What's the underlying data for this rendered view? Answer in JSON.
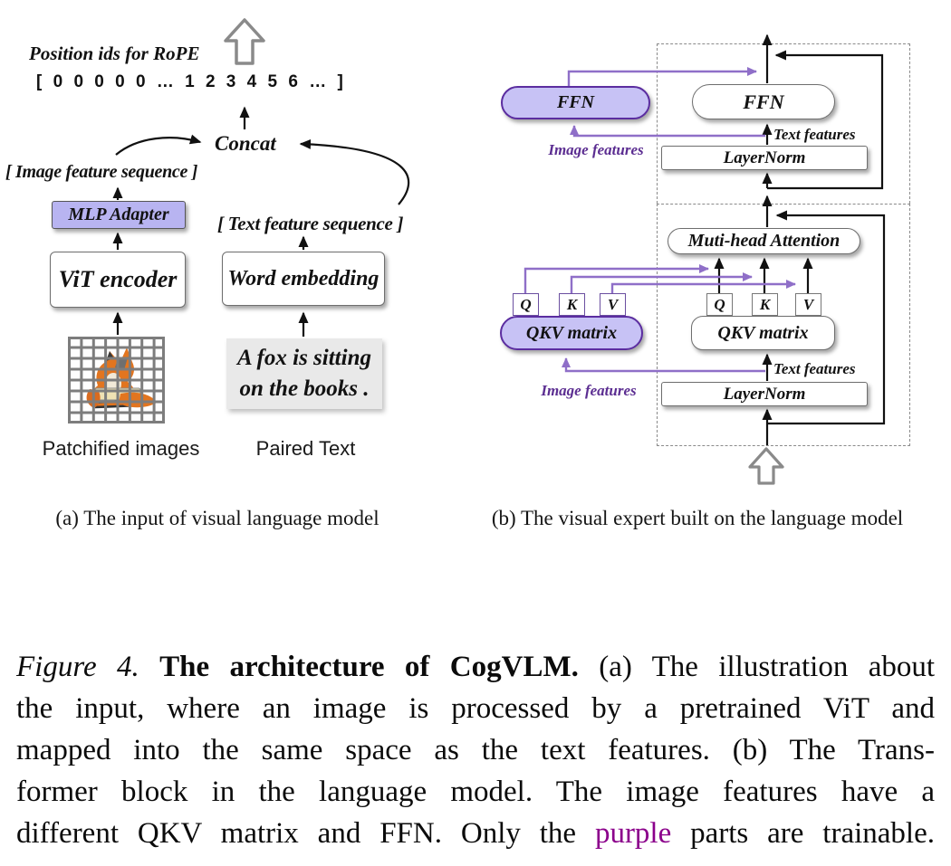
{
  "panel_a": {
    "caption": "(a) The input of visual language model",
    "position_ids_label": "Position ids for RoPE",
    "position_ids_sequence": "[ 0 0 0 0 0 … 1 2 3 4 5 6 … ]",
    "concat_label": "Concat",
    "image_feature_sequence": "[ Image feature sequence ]",
    "text_feature_sequence": "[ Text  feature sequence ]",
    "mlp_adapter": "MLP Adapter",
    "vit_encoder": "ViT encoder",
    "word_embedding": "Word embedding",
    "sample_text_line1": "A fox is sitting",
    "sample_text_line2": "on the books .",
    "patchified_images_label": "Patchified images",
    "paired_text_label": "Paired Text"
  },
  "panel_b": {
    "caption": "(b) The visual expert built on the language model",
    "ffn_trainable": "FFN",
    "ffn_frozen": "FFN",
    "layernorm_top": "LayerNorm",
    "layernorm_bottom": "LayerNorm",
    "attention": "Muti-head Attention",
    "qkv_trainable": "QKV matrix",
    "qkv_frozen": "QKV matrix",
    "qkv_labels": [
      "Q",
      "K",
      "V"
    ],
    "text_features_top": "Text features",
    "text_features_bottom": "Text features",
    "image_features_top": "Image features",
    "image_features_bottom": "Image features"
  },
  "figure_caption": {
    "lines": [
      {
        "segments": [
          {
            "text": "Figure 4. ",
            "style": "italic"
          },
          {
            "text": "The architecture of CogVLM.",
            "style": "bold"
          },
          {
            "text": " (a) The illustration about",
            "style": "normal"
          }
        ]
      },
      {
        "segments": [
          {
            "text": "the input, where an image is processed by a pretrained ViT and",
            "style": "normal"
          }
        ]
      },
      {
        "segments": [
          {
            "text": "mapped into the same space as the text features. (b) The Trans-",
            "style": "normal"
          }
        ]
      },
      {
        "segments": [
          {
            "text": "former block in the language model. The image features have a",
            "style": "normal"
          }
        ]
      },
      {
        "segments": [
          {
            "text": "different QKV matrix and FFN. Only the ",
            "style": "normal"
          },
          {
            "text": "purple",
            "style": "purple"
          },
          {
            "text": " parts are trainable.",
            "style": "normal"
          }
        ]
      }
    ]
  },
  "colors": {
    "trainable_fill": "#c7c2f5",
    "trainable_border": "#5b2da0",
    "purple_arrow": "#8f6fc8",
    "purple_label_text": "#5b2d91",
    "caption_purple_word": "#8B008B",
    "sample_text_box_bg": "#e9e9e9",
    "patch_grid_gray": "#7d7d7d",
    "dashed_border": "#8a8a8a"
  }
}
